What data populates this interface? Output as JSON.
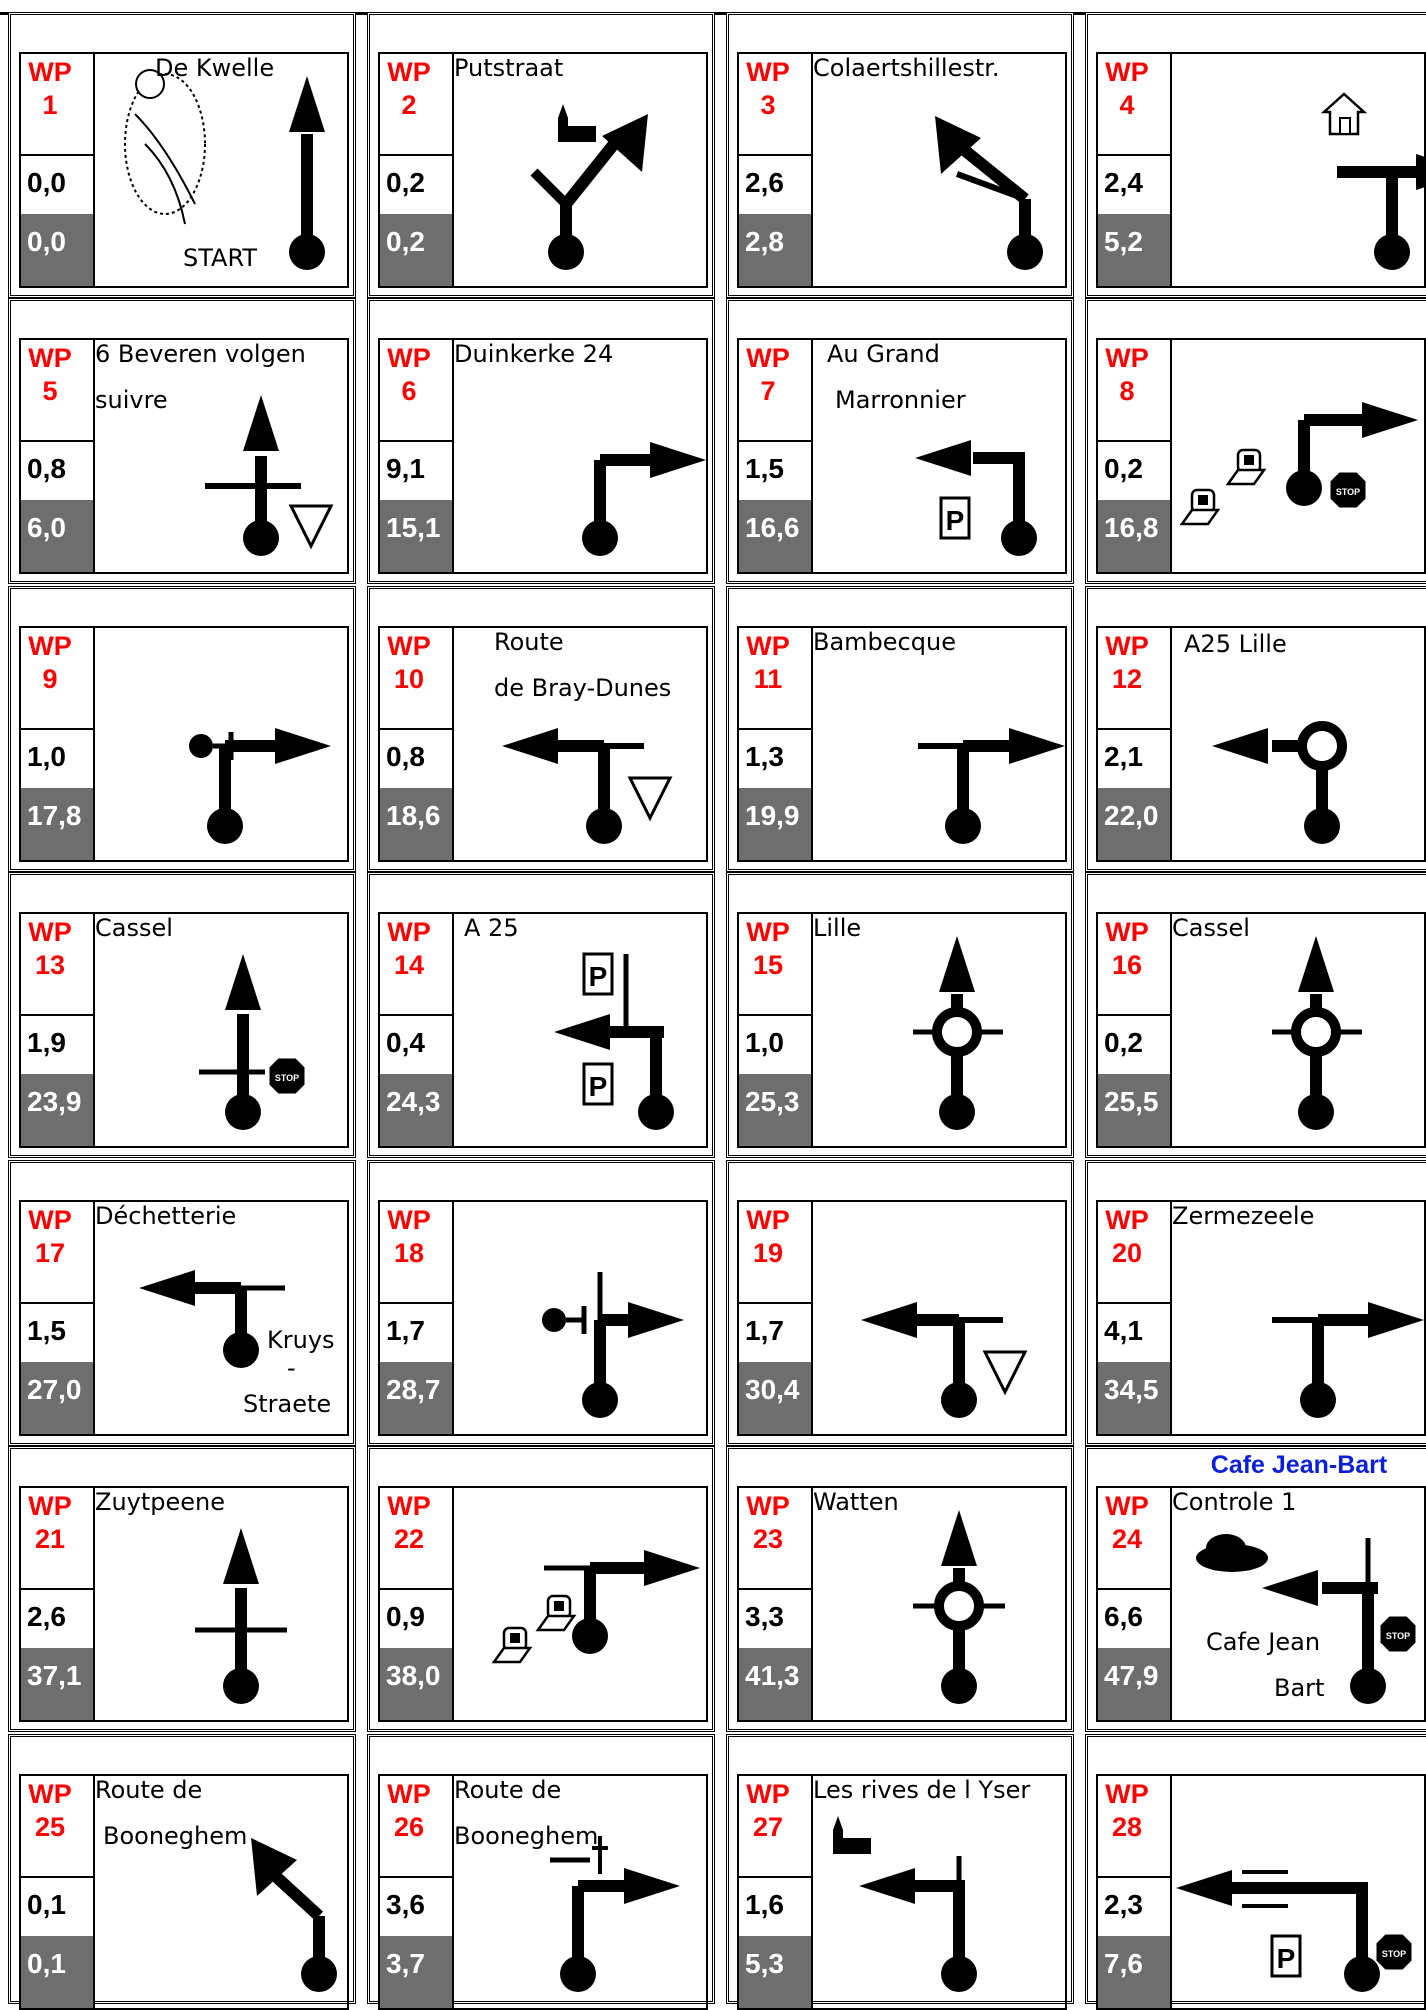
{
  "waypoints": [
    {
      "id": "1",
      "part": "0,0",
      "total": "0,0",
      "labels": [
        "De Kwelle",
        "START"
      ],
      "icon": "motorcycle-rider-icon"
    },
    {
      "id": "2",
      "part": "0,2",
      "total": "0,2",
      "labels": [
        "Putstraat"
      ],
      "icon": "church-icon"
    },
    {
      "id": "3",
      "part": "2,6",
      "total": "2,8",
      "labels": [
        "Colaertshillestr."
      ],
      "icon": "fork-left-arrow-icon"
    },
    {
      "id": "4",
      "part": "2,4",
      "total": "5,2",
      "labels": [],
      "icon": "house-icon"
    },
    {
      "id": "5",
      "part": "0,8",
      "total": "6,0",
      "labels": [
        "6 Beveren volgen",
        "suivre"
      ],
      "icon": "yield-sign-icon"
    },
    {
      "id": "6",
      "part": "9,1",
      "total": "15,1",
      "labels": [
        "Duinkerke 24"
      ],
      "icon": "turn-right-arrow-icon"
    },
    {
      "id": "7",
      "part": "1,5",
      "total": "16,6",
      "labels": [
        "Au Grand",
        "Marronnier"
      ],
      "icon": "parking-icon"
    },
    {
      "id": "8",
      "part": "0,2",
      "total": "16,8",
      "labels": [],
      "icon": "speed-camera-icon"
    },
    {
      "id": "9",
      "part": "1,0",
      "total": "17,8",
      "labels": [],
      "icon": "dead-end-icon"
    },
    {
      "id": "10",
      "part": "0,8",
      "total": "18,6",
      "labels": [
        "Route",
        "de Bray-Dunes"
      ],
      "icon": "yield-sign-icon"
    },
    {
      "id": "11",
      "part": "1,3",
      "total": "19,9",
      "labels": [
        "Bambecque"
      ],
      "icon": "turn-right-arrow-icon"
    },
    {
      "id": "12",
      "part": "2,1",
      "total": "22,0",
      "labels": [
        "A25 Lille"
      ],
      "icon": "roundabout-icon"
    },
    {
      "id": "13",
      "part": "1,9",
      "total": "23,9",
      "labels": [
        "Cassel"
      ],
      "icon": "stop-sign-icon"
    },
    {
      "id": "14",
      "part": "0,4",
      "total": "24,3",
      "labels": [
        "A 25"
      ],
      "icon": "parking-icon"
    },
    {
      "id": "15",
      "part": "1,0",
      "total": "25,3",
      "labels": [
        "Lille"
      ],
      "icon": "roundabout-icon"
    },
    {
      "id": "16",
      "part": "0,2",
      "total": "25,5",
      "labels": [
        "Cassel"
      ],
      "icon": "roundabout-icon"
    },
    {
      "id": "17",
      "part": "1,5",
      "total": "27,0",
      "labels": [
        "Déchetterie",
        "Kruys",
        "-",
        "Straete"
      ],
      "icon": "turn-left-arrow-icon"
    },
    {
      "id": "18",
      "part": "1,7",
      "total": "28,7",
      "labels": [],
      "icon": "dead-end-icon"
    },
    {
      "id": "19",
      "part": "1,7",
      "total": "30,4",
      "labels": [],
      "icon": "yield-sign-icon"
    },
    {
      "id": "20",
      "part": "4,1",
      "total": "34,5",
      "labels": [
        "Zermezeele"
      ],
      "icon": "turn-right-arrow-icon"
    },
    {
      "id": "21",
      "part": "2,6",
      "total": "37,1",
      "labels": [
        "Zuytpeene"
      ],
      "icon": "straight-arrow-icon"
    },
    {
      "id": "22",
      "part": "0,9",
      "total": "38,0",
      "labels": [],
      "icon": "speed-camera-icon"
    },
    {
      "id": "23",
      "part": "3,3",
      "total": "41,3",
      "labels": [
        "Watten"
      ],
      "icon": "roundabout-icon"
    },
    {
      "id": "24",
      "part": "6,6",
      "total": "47,9",
      "labels": [
        "Controle 1",
        "Cafe Jean",
        "Bart"
      ],
      "above": "Cafe Jean-Bart",
      "icon": "coffee-cup-icon"
    },
    {
      "id": "25",
      "part": "0,1",
      "total": "0,1",
      "labels": [
        "Route de",
        "Booneghem"
      ],
      "icon": "fork-left-arrow-icon"
    },
    {
      "id": "26",
      "part": "3,6",
      "total": "3,7",
      "labels": [
        "Route de",
        "Booneghem"
      ],
      "icon": "cross-icon"
    },
    {
      "id": "27",
      "part": "1,6",
      "total": "5,3",
      "labels": [
        "Les rives de l Yser"
      ],
      "icon": "church-icon"
    },
    {
      "id": "28",
      "part": "2,3",
      "total": "7,6",
      "labels": [],
      "icon": "bridge-icon"
    }
  ],
  "wp_prefix": "WP",
  "colors": {
    "wp": "#ff0000",
    "total_bg": "#6e6e6e",
    "accent": "#0a1fd8"
  }
}
